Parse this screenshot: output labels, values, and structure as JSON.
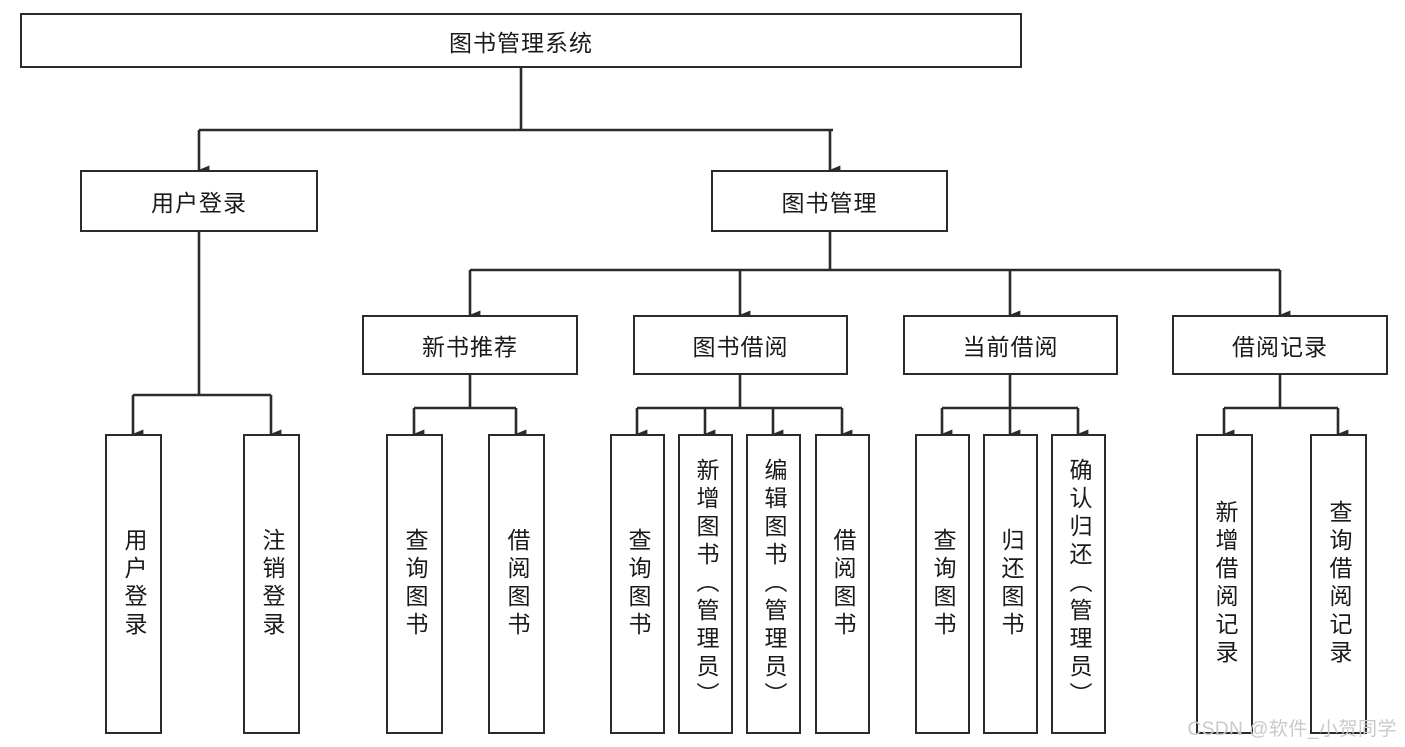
{
  "diagram": {
    "title": "图书管理系统",
    "type": "hierarchy-tree",
    "root": {
      "label": "图书管理系统"
    },
    "level2": [
      {
        "label": "用户登录"
      },
      {
        "label": "图书管理"
      }
    ],
    "level3": [
      {
        "label": "新书推荐"
      },
      {
        "label": "图书借阅"
      },
      {
        "label": "当前借阅"
      },
      {
        "label": "借阅记录"
      }
    ],
    "leaves": {
      "user_login": [
        {
          "label": "用户登录"
        },
        {
          "label": "注销登录"
        }
      ],
      "new_book_recommend": [
        {
          "label": "查询图书"
        },
        {
          "label": "借阅图书"
        }
      ],
      "book_borrow": [
        {
          "label": "查询图书"
        },
        {
          "label": "新增图书（管理员）"
        },
        {
          "label": "编辑图书（管理员）"
        },
        {
          "label": "借阅图书"
        }
      ],
      "current_borrow": [
        {
          "label": "查询图书"
        },
        {
          "label": "归还图书"
        },
        {
          "label": "确认归还（管理员）"
        }
      ],
      "borrow_record": [
        {
          "label": "新增借阅记录"
        },
        {
          "label": "查询借阅记录"
        }
      ]
    }
  },
  "watermark": {
    "text": "CSDN @软件_小贺同学"
  },
  "colors": {
    "box_border": "#2b2b2b",
    "box_fill": "#ffffff",
    "line": "#2b2b2b",
    "text": "#1a1a1a",
    "watermark": "#c9c9c9"
  }
}
